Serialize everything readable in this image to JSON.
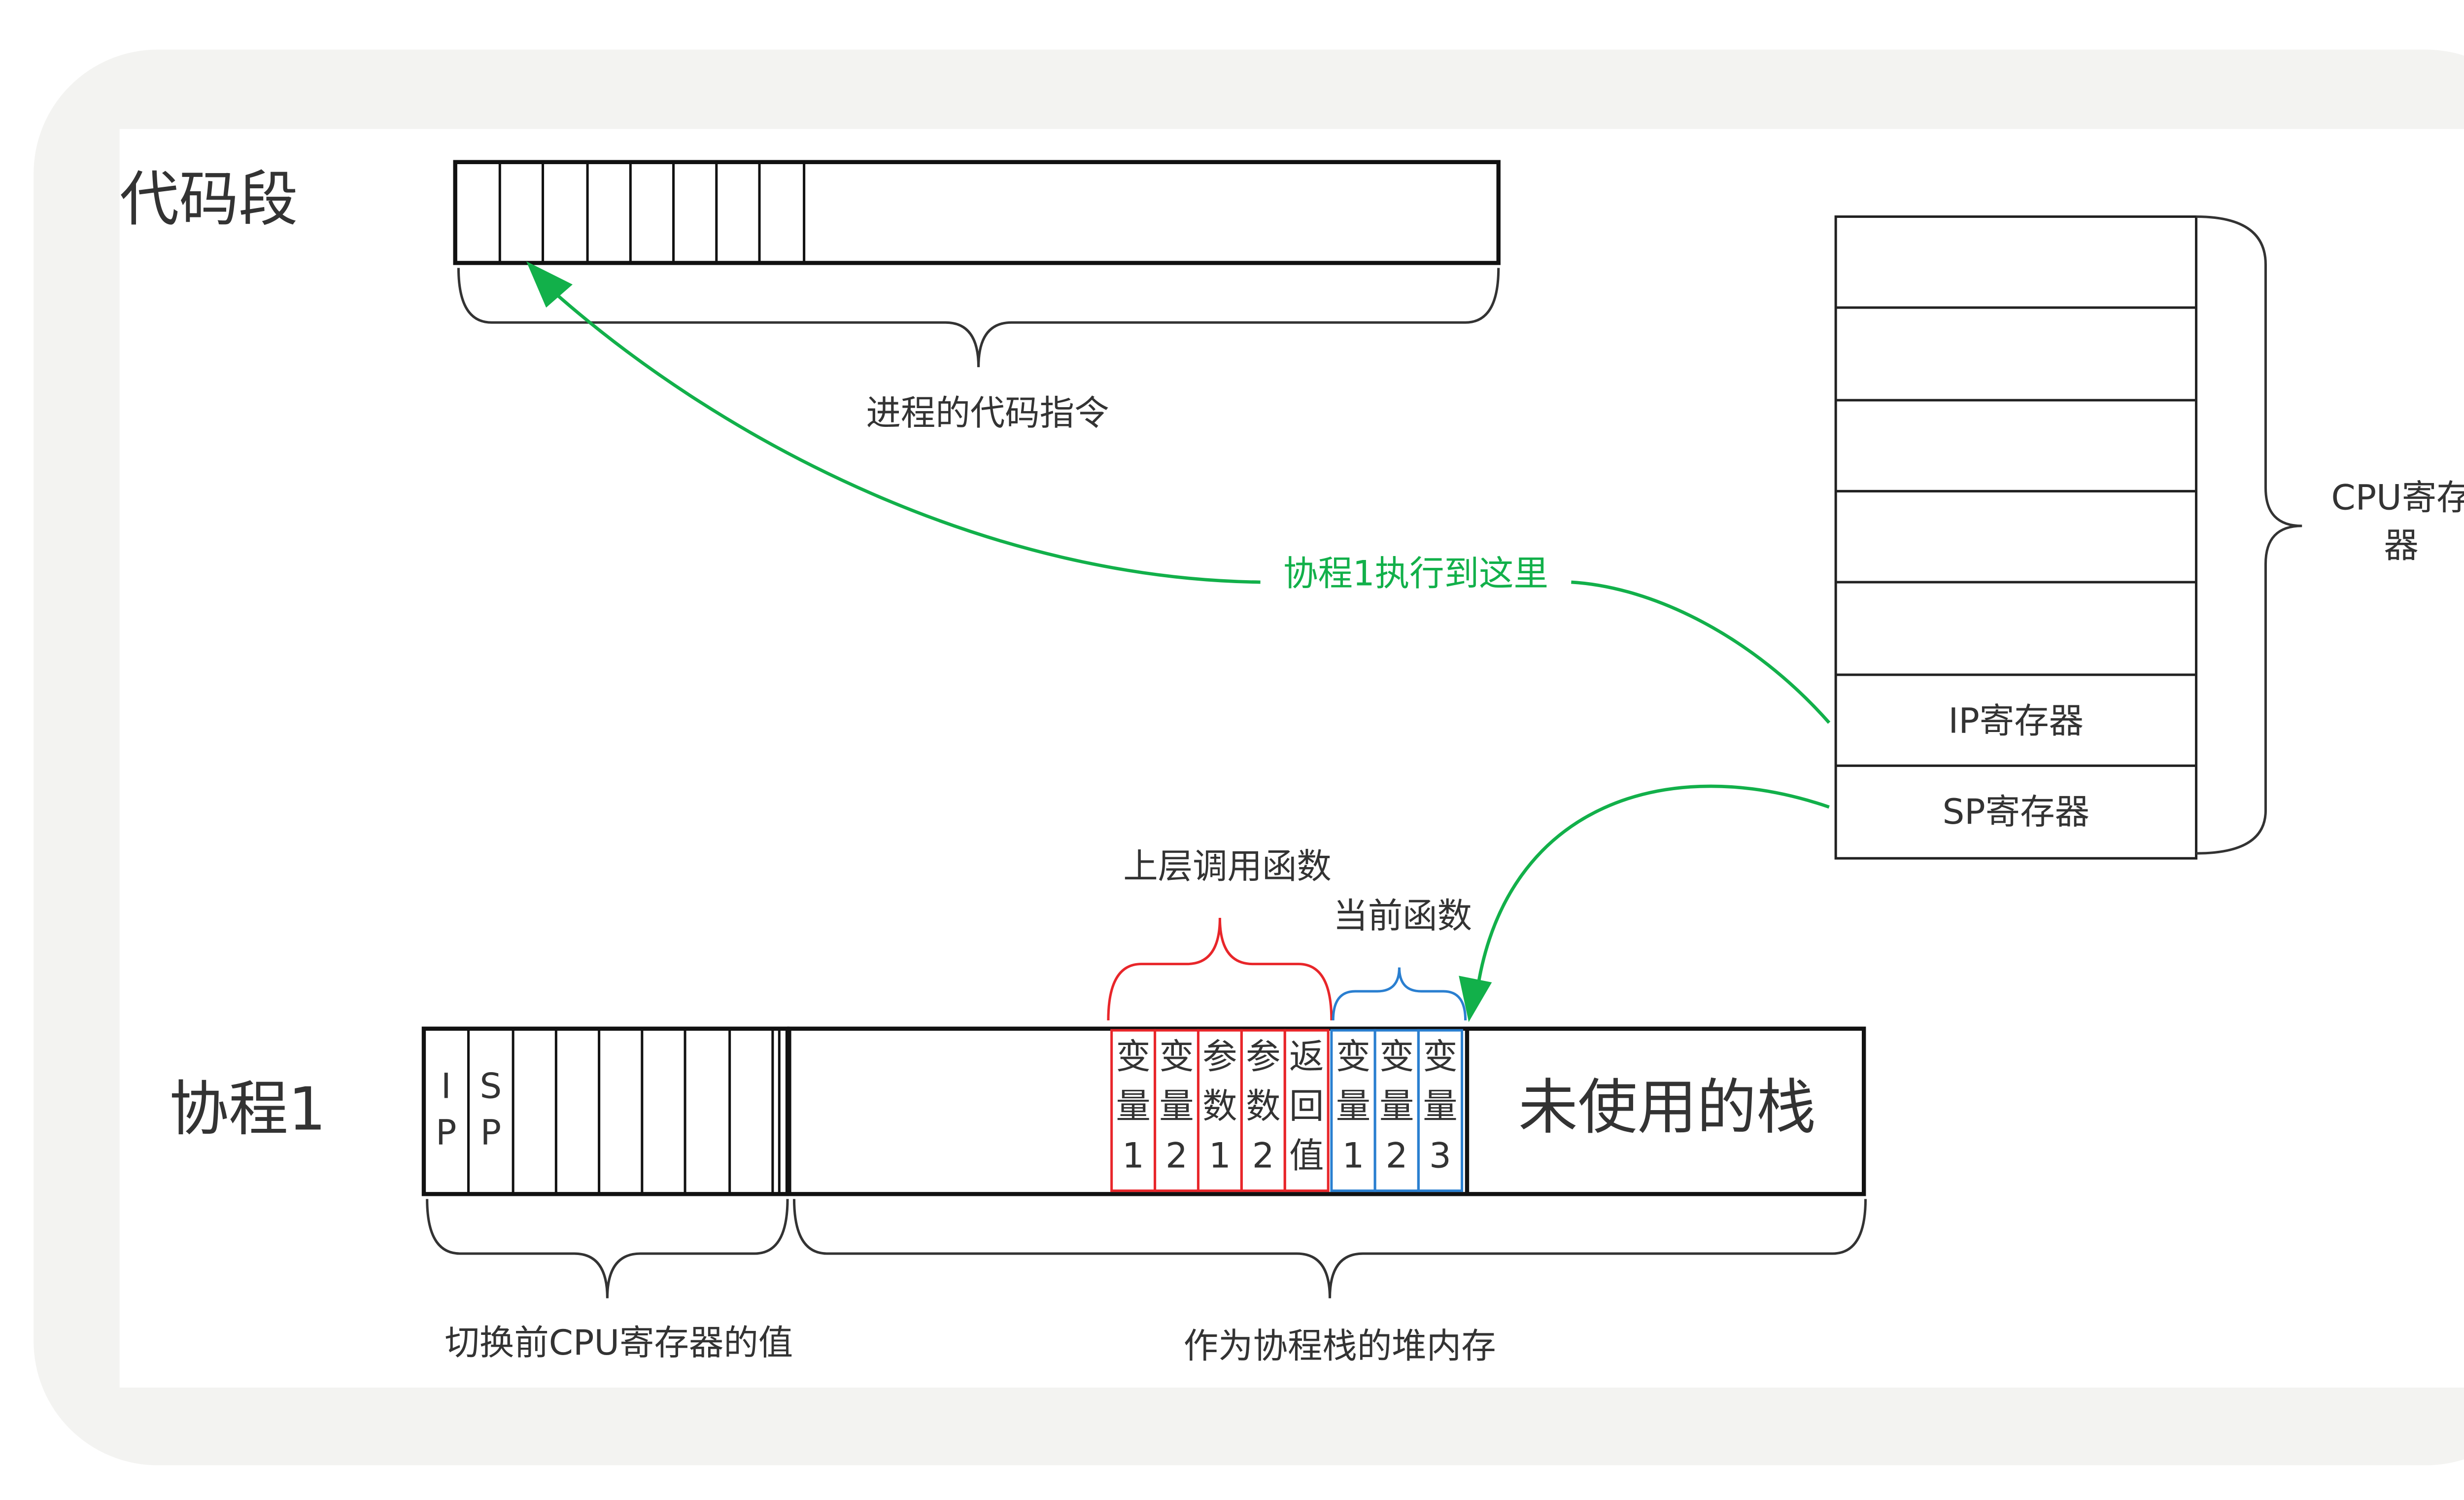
{
  "labels": {
    "code_segment": "代码段",
    "code_instructions": "进程的代码指令",
    "cpu_registers_line1": "CPU寄存",
    "cpu_registers_line2": "器",
    "ip_register": "IP寄存器",
    "sp_register": "SP寄存器",
    "executed_here": "协程1执行到这里",
    "caller_function": "上层调用函数",
    "current_function": "当前函数",
    "coroutine": "协程1",
    "unused_stack": "未使用的栈",
    "saved_registers": "切换前CPU寄存器的值",
    "heap_as_stack": "作为协程栈的堆内存"
  },
  "saved_slots": [
    [
      "I",
      "P"
    ],
    [
      "S",
      "P"
    ]
  ],
  "caller_cells": [
    [
      "变",
      "量",
      "1"
    ],
    [
      "变",
      "量",
      "2"
    ],
    [
      "参",
      "数",
      "1"
    ],
    [
      "参",
      "数",
      "2"
    ],
    [
      "返",
      "回",
      "值"
    ]
  ],
  "current_cells": [
    [
      "变",
      "量",
      "1"
    ],
    [
      "变",
      "量",
      "2"
    ],
    [
      "变",
      "量",
      "3"
    ]
  ],
  "colors": {
    "frame_bg": "#f3f3f1",
    "arrow": "#12b04a",
    "caller": "#e8262a",
    "current": "#2a7fd0",
    "text": "#333333"
  }
}
